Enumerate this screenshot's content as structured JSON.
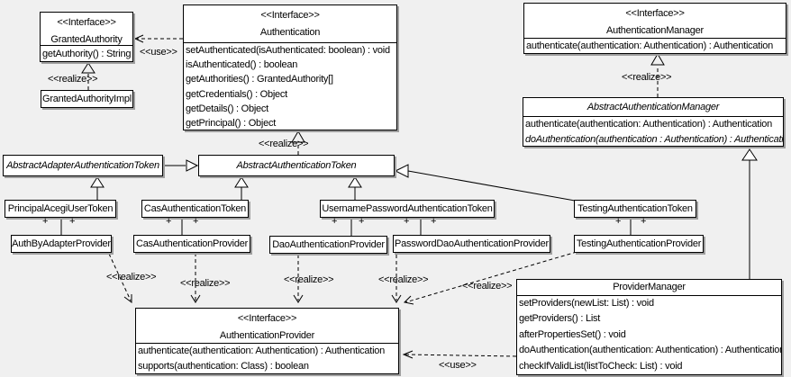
{
  "colors": {
    "background": "#f0f0f0",
    "box_fill": "#ffffff",
    "line": "#000000",
    "shadow": "#9f9f9f"
  },
  "labels": {
    "interface_stereotype": "<<Interface>>",
    "realize": "<<realize>>",
    "use": "<<use>>",
    "plus": "+"
  },
  "classes": {
    "granted_authority": {
      "stereotype": "<<Interface>>",
      "name": "GrantedAuthority",
      "methods": [
        "getAuthority() : String"
      ]
    },
    "granted_authority_impl": {
      "name": "GrantedAuthorityImpl"
    },
    "authentication": {
      "stereotype": "<<Interface>>",
      "name": "Authentication",
      "methods": [
        "setAuthenticated(isAuthenticated: boolean) : void",
        "isAuthenticated() : boolean",
        "getAuthorities() : GrantedAuthority[]",
        "getCredentials() : Object",
        "getDetails() : Object",
        "getPrincipal() : Object"
      ]
    },
    "authentication_manager": {
      "stereotype": "<<Interface>>",
      "name": "AuthenticationManager",
      "methods": [
        "authenticate(authentication: Authentication) : Authentication"
      ]
    },
    "abstract_authentication_manager": {
      "name": "AbstractAuthenticationManager",
      "methods": [
        "authenticate(authentication: Authentication) : Authentication",
        "doAuthentication(authentication : Authentication) : Authentication"
      ]
    },
    "abstract_adapter_authentication_token": {
      "name": "AbstractAdapterAuthenticationToken"
    },
    "abstract_authentication_token": {
      "name": "AbstractAuthenticationToken"
    },
    "principal_acegi_user_token": {
      "name": "PrincipalAcegiUserToken"
    },
    "cas_authentication_token": {
      "name": "CasAuthenticationToken"
    },
    "username_password_authentication_token": {
      "name": "UsernamePasswordAuthenticationToken"
    },
    "testing_authentication_token": {
      "name": "TestingAuthenticationToken"
    },
    "auth_by_adapter_provider": {
      "name": "AuthByAdapterProvider"
    },
    "cas_authentication_provider": {
      "name": "CasAuthenticationProvider"
    },
    "dao_authentication_provider": {
      "name": "DaoAuthenticationProvider"
    },
    "password_dao_authentication_provider": {
      "name": "PasswordDaoAuthenticationProvider"
    },
    "testing_authentication_provider": {
      "name": "TestingAuthenticationProvider"
    },
    "authentication_provider": {
      "stereotype": "<<Interface>>",
      "name": "AuthenticationProvider",
      "methods": [
        "authenticate(authentication: Authentication) : Authentication",
        "supports(authentication: Class) : boolean"
      ]
    },
    "provider_manager": {
      "name": "ProviderManager",
      "methods": [
        "setProviders(newList: List) : void",
        "getProviders() : List",
        "afterPropertiesSet() : void",
        "doAuthentication(authentication: Authentication) : Authentication",
        "checkIfValidList(listToCheck: List) : void"
      ]
    }
  }
}
